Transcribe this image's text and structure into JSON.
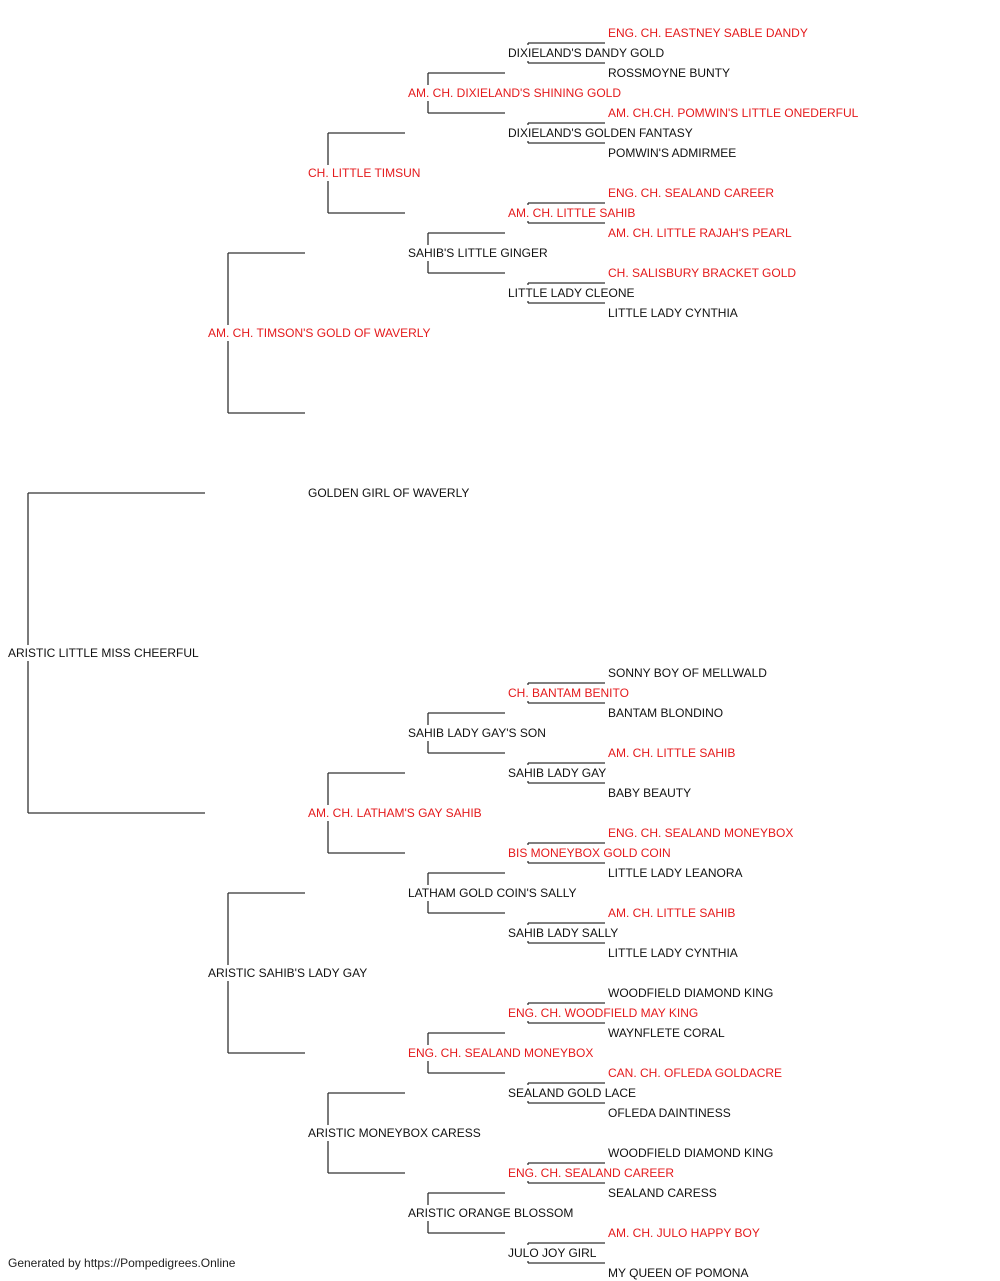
{
  "colors": {
    "champion": "#e41a1c",
    "regular": "#111111",
    "line": "#333333"
  },
  "pedigree": {
    "name": "ARISTIC LITTLE MISS CHEERFUL",
    "ch": false,
    "sire": {
      "name": "AM. CH. TIMSON'S GOLD OF WAVERLY",
      "ch": true,
      "sire": {
        "name": "CH. LITTLE TIMSUN",
        "ch": true,
        "sire": {
          "name": "AM. CH. DIXIELAND'S SHINING GOLD",
          "ch": true,
          "sire": {
            "name": "DIXIELAND'S DANDY GOLD",
            "ch": false,
            "sire": {
              "name": "ENG. CH. EASTNEY SABLE DANDY",
              "ch": true
            },
            "dam": {
              "name": "ROSSMOYNE BUNTY",
              "ch": false
            }
          },
          "dam": {
            "name": "DIXIELAND'S GOLDEN FANTASY",
            "ch": false,
            "sire": {
              "name": "AM. CH.CH. POMWIN'S LITTLE ONEDERFUL",
              "ch": true
            },
            "dam": {
              "name": "POMWIN'S ADMIRMEE",
              "ch": false
            }
          }
        },
        "dam": {
          "name": "SAHIB'S LITTLE GINGER",
          "ch": false,
          "sire": {
            "name": "AM. CH. LITTLE SAHIB",
            "ch": true,
            "sire": {
              "name": "ENG. CH. SEALAND CAREER",
              "ch": true
            },
            "dam": {
              "name": "AM. CH. LITTLE RAJAH'S PEARL",
              "ch": true
            }
          },
          "dam": {
            "name": "LITTLE LADY CLEONE",
            "ch": false,
            "sire": {
              "name": "CH. SALISBURY BRACKET GOLD",
              "ch": true
            },
            "dam": {
              "name": "LITTLE LADY CYNTHIA",
              "ch": false
            }
          }
        }
      },
      "dam": {
        "name": "GOLDEN GIRL OF WAVERLY",
        "ch": false
      }
    },
    "dam": {
      "name": "ARISTIC SAHIB'S LADY GAY",
      "ch": false,
      "sire": {
        "name": "AM. CH. LATHAM'S GAY SAHIB",
        "ch": true,
        "sire": {
          "name": "SAHIB LADY GAY'S SON",
          "ch": false,
          "sire": {
            "name": "CH. BANTAM BENITO",
            "ch": true,
            "sire": {
              "name": "SONNY BOY OF MELLWALD",
              "ch": false
            },
            "dam": {
              "name": "BANTAM BLONDINO",
              "ch": false
            }
          },
          "dam": {
            "name": "SAHIB LADY GAY",
            "ch": false,
            "sire": {
              "name": "AM. CH. LITTLE SAHIB",
              "ch": true
            },
            "dam": {
              "name": "BABY BEAUTY",
              "ch": false
            }
          }
        },
        "dam": {
          "name": "LATHAM GOLD COIN'S SALLY",
          "ch": false,
          "sire": {
            "name": "BIS MONEYBOX GOLD COIN",
            "ch": true,
            "sire": {
              "name": "ENG. CH. SEALAND MONEYBOX",
              "ch": true
            },
            "dam": {
              "name": "LITTLE LADY LEANORA",
              "ch": false
            }
          },
          "dam": {
            "name": "SAHIB LADY SALLY",
            "ch": false,
            "sire": {
              "name": "AM. CH. LITTLE SAHIB",
              "ch": true
            },
            "dam": {
              "name": "LITTLE LADY CYNTHIA",
              "ch": false
            }
          }
        }
      },
      "dam": {
        "name": "ARISTIC MONEYBOX CARESS",
        "ch": false,
        "sire": {
          "name": "ENG. CH. SEALAND MONEYBOX",
          "ch": true,
          "sire": {
            "name": "ENG. CH. WOODFIELD MAY KING",
            "ch": true,
            "sire": {
              "name": "WOODFIELD DIAMOND KING",
              "ch": false
            },
            "dam": {
              "name": "WAYNFLETE CORAL",
              "ch": false
            }
          },
          "dam": {
            "name": "SEALAND GOLD LACE",
            "ch": false,
            "sire": {
              "name": "CAN. CH. OFLEDA GOLDACRE",
              "ch": true
            },
            "dam": {
              "name": "OFLEDA DAINTINESS",
              "ch": false
            }
          }
        },
        "dam": {
          "name": "ARISTIC ORANGE BLOSSOM",
          "ch": false,
          "sire": {
            "name": "ENG. CH. SEALAND CAREER",
            "ch": true,
            "sire": {
              "name": "WOODFIELD DIAMOND KING",
              "ch": false
            },
            "dam": {
              "name": "SEALAND CARESS",
              "ch": false
            }
          },
          "dam": {
            "name": "JULO JOY GIRL",
            "ch": false,
            "sire": {
              "name": "AM. CH. JULO HAPPY BOY",
              "ch": true
            },
            "dam": {
              "name": "MY QUEEN OF POMONA",
              "ch": false
            }
          }
        }
      }
    }
  },
  "footer": "Generated by https://Pompedigrees.Online"
}
